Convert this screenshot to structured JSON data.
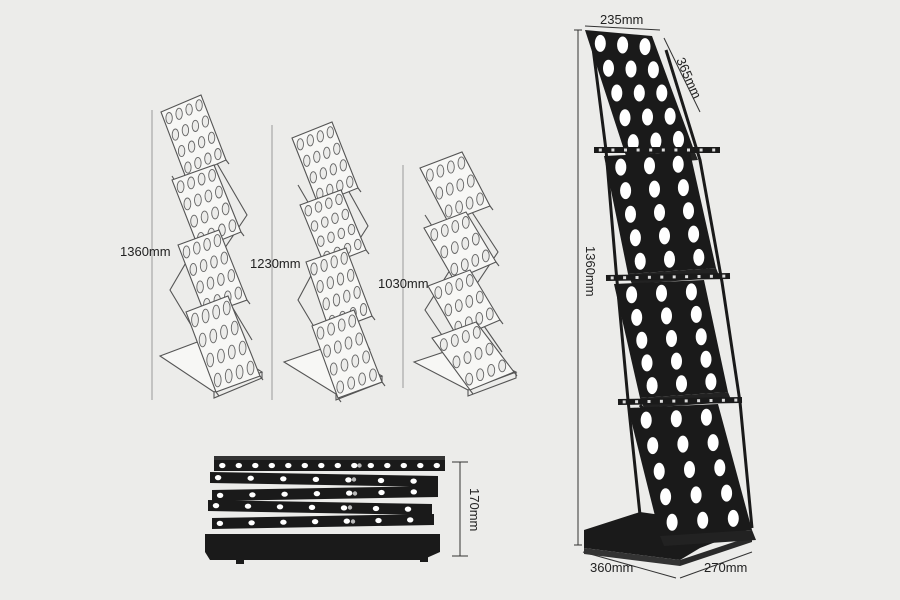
{
  "outline_racks": {
    "tall": {
      "height_label": "1360mm"
    },
    "medium": {
      "height_label": "1230mm"
    },
    "short": {
      "height_label": "1030mm"
    }
  },
  "folded_rack": {
    "height_label": "170mm"
  },
  "black_rack": {
    "top_width_label": "235mm",
    "shelf_depth_label": "365mm",
    "height_label": "1360mm",
    "base_width_label": "360mm",
    "base_depth_label": "270mm"
  },
  "colors": {
    "background": "#ececea",
    "rack": "#1a1a1a",
    "outline": "#555555"
  }
}
